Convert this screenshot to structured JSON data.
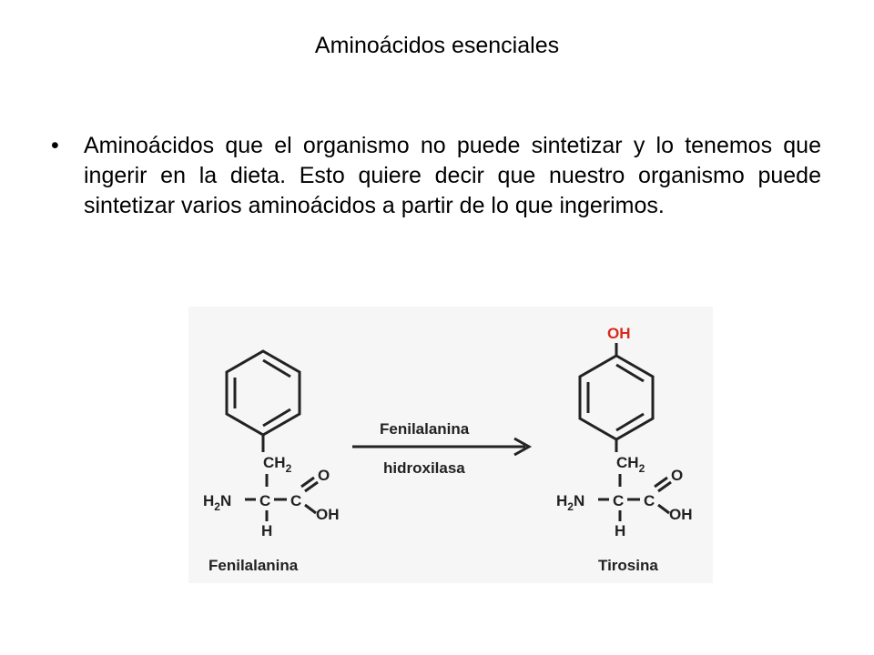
{
  "slide": {
    "title": "Aminoácidos esenciales",
    "bullet_glyph": "•",
    "bullet_text": "Aminoácidos que el organismo no puede sintetizar y lo tenemos que ingerir en la dieta. Esto quiere decir que nuestro organismo puede sintetizar varios aminoácidos a partir de lo que ingerimos."
  },
  "diagram": {
    "reaction": {
      "enzyme_line1": "Fenilalanina",
      "enzyme_line2": "hidroxilasa"
    },
    "reactant": {
      "caption": "Fenilalanina",
      "ch2": "CH",
      "ch2_sub": "2",
      "amine": "H",
      "amine_sub": "2",
      "amine_n": "N",
      "alpha_c": "C",
      "carboxyl_c": "C",
      "oxygen": "O",
      "hydroxyl": "OH",
      "hydrogen": "H"
    },
    "product": {
      "caption": "Tirosina",
      "para_oh": "OH",
      "ch2": "CH",
      "ch2_sub": "2",
      "amine": "H",
      "amine_sub": "2",
      "amine_n": "N",
      "alpha_c": "C",
      "carboxyl_c": "C",
      "oxygen": "O",
      "hydroxyl": "OH",
      "hydrogen": "H"
    },
    "colors": {
      "hydroxyl_red": "#d8291c",
      "ink": "#222222",
      "panel": "#f6f6f6"
    }
  }
}
